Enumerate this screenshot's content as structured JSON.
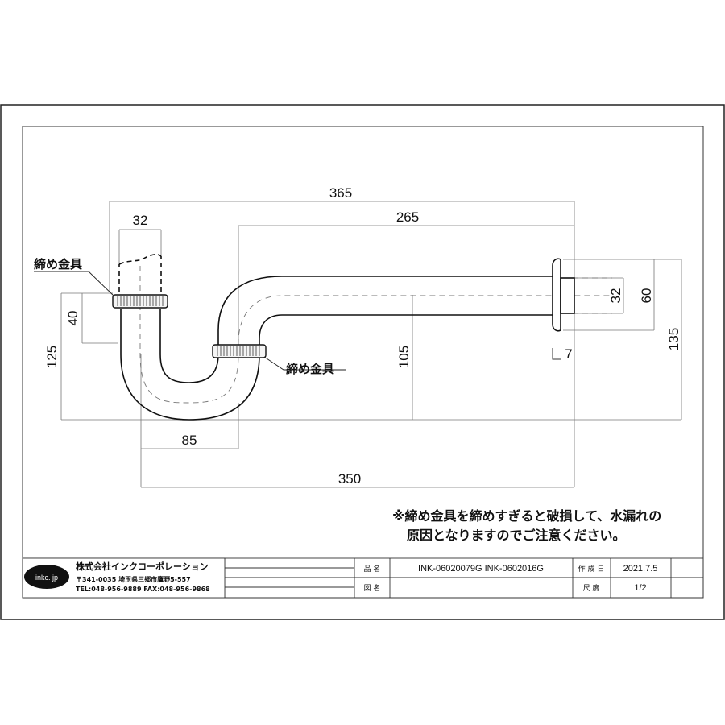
{
  "drawing": {
    "dimensions": {
      "overall_length": "365",
      "horizontal_run": "265",
      "inlet_diameter": "32",
      "inlet_height": "40",
      "total_height": "125",
      "trap_width": "85",
      "center_distance": "350",
      "wall_height": "105",
      "outlet_diameter": "32",
      "flange_diameter": "60",
      "wall_flange_height": "135",
      "flange_thickness": "7"
    },
    "labels": {
      "fitting_top": "締め金具",
      "fitting_middle": "締め金具"
    },
    "note_line1": "※締め金具を締めすぎると破損して、水漏れの",
    "note_line2": "原因となりますのでご注意ください。"
  },
  "title_block": {
    "logo": "inkc. jp",
    "company": "株式会社インクコーポレーション",
    "address": "〒341-0035 埼玉県三郷市鷹野5-557",
    "contact": "TEL:048-956-9889  FAX:048-956-9868",
    "product_label": "品 名",
    "product_value": "INK-06020079G  INK-0602016G",
    "drawing_label": "図 名",
    "drawing_value": "",
    "date_label": "作 成 日",
    "date_value": "2021.7.5",
    "scale_label": "尺 度",
    "scale_value": "1/2"
  }
}
